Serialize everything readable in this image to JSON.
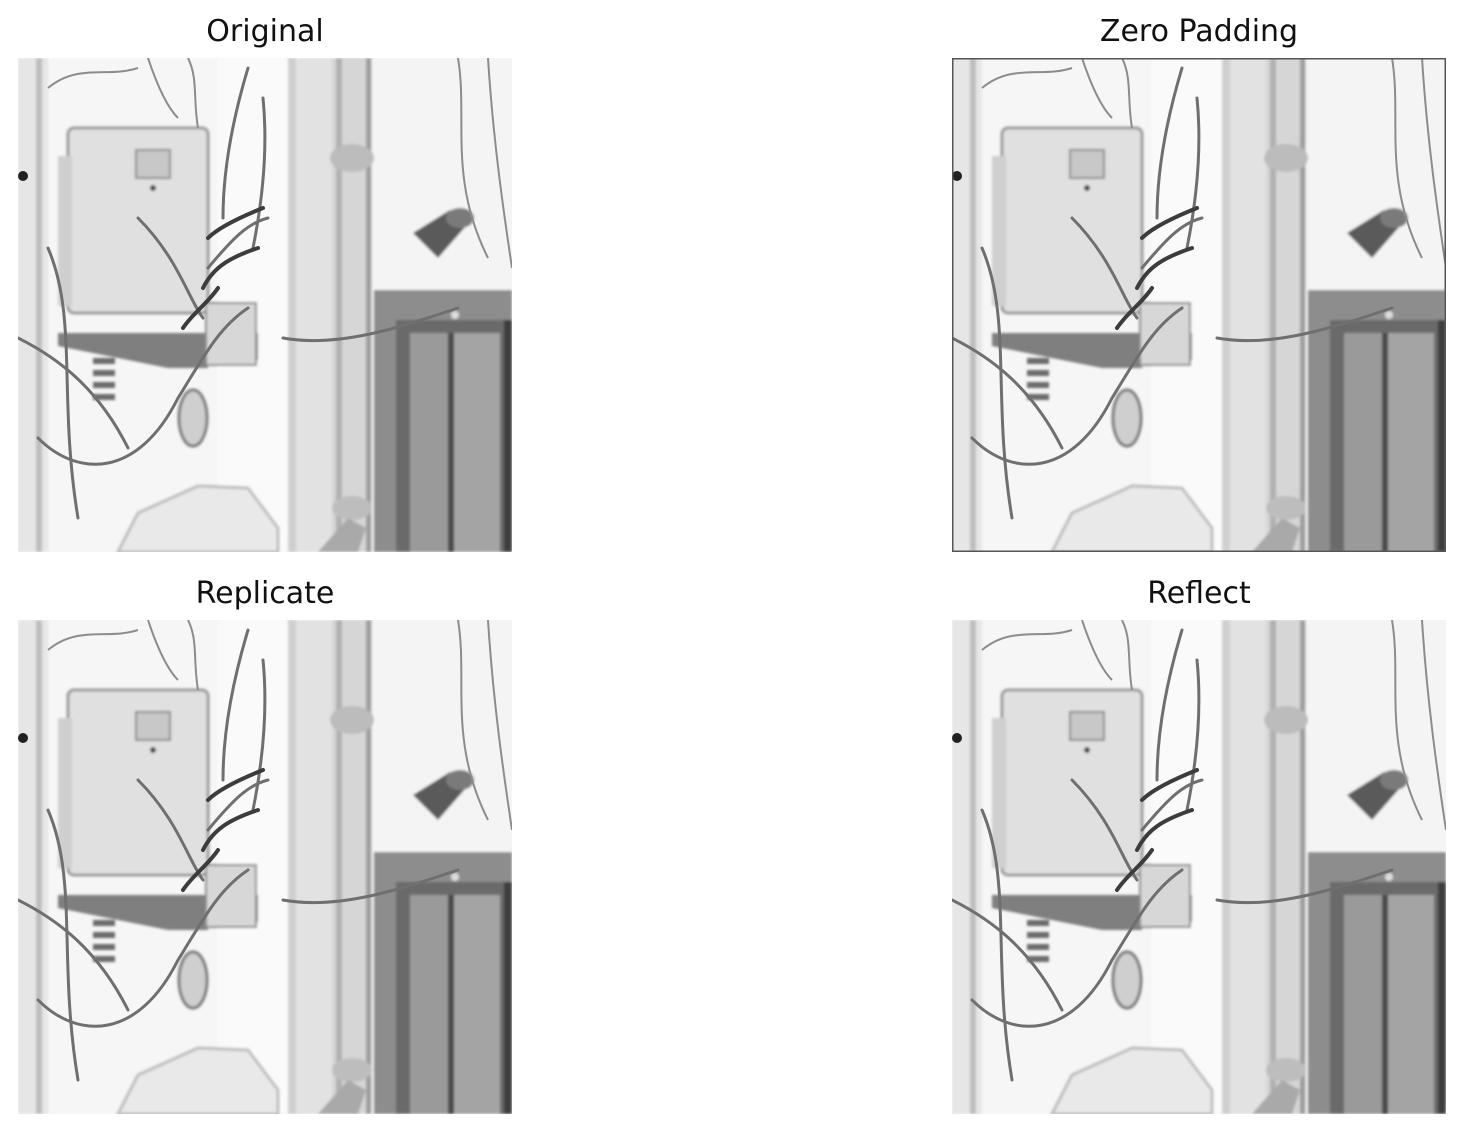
{
  "figure": {
    "panels": [
      {
        "id": "original",
        "title": "Original",
        "dark_border": false
      },
      {
        "id": "zero",
        "title": "Zero Padding",
        "dark_border": true
      },
      {
        "id": "replicate",
        "title": "Replicate",
        "dark_border": false
      },
      {
        "id": "reflect",
        "title": "Reflect",
        "dark_border": false
      }
    ]
  }
}
